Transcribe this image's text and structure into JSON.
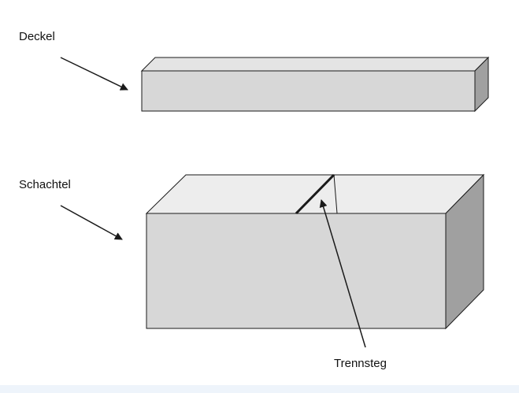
{
  "labels": {
    "lid": "Deckel",
    "box": "Schachtel",
    "divider": "Trennsteg"
  },
  "colors": {
    "face_front": "#d7d7d7",
    "face_top": "#e4e4e4",
    "face_side": "#a0a0a0",
    "inside_back": "#ededed",
    "stroke": "#1a1a1a",
    "strip": "#eef4fb"
  }
}
